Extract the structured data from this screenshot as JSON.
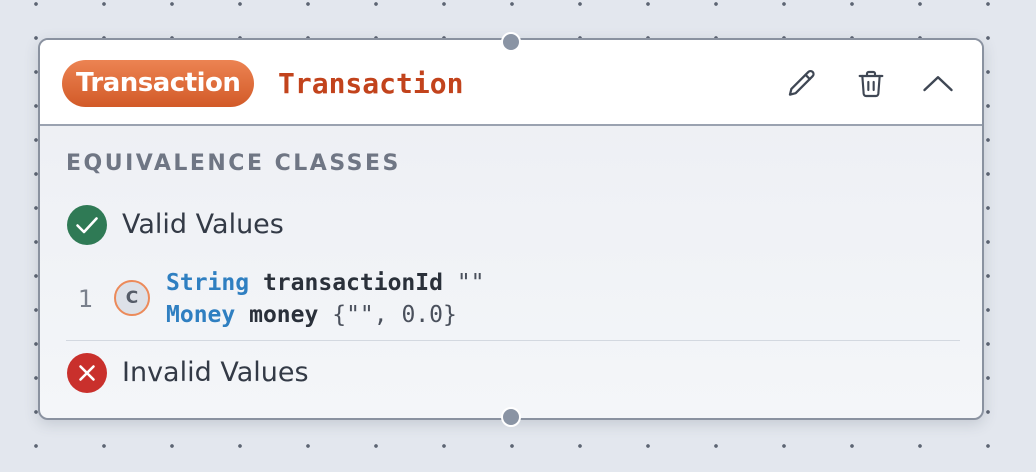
{
  "node": {
    "type_badge": "Transaction",
    "name": "Transaction",
    "actions": {
      "edit_icon": "pencil-icon",
      "delete_icon": "trash-icon",
      "collapse_icon": "chevron-up-icon"
    }
  },
  "section": {
    "title": "EQUIVALENCE CLASSES"
  },
  "groups": {
    "valid": {
      "label": "Valid Values",
      "icon": "check-circle-icon",
      "color": "#2f7a55"
    },
    "invalid": {
      "label": "Invalid Values",
      "icon": "x-circle-icon",
      "color": "#c9302c"
    }
  },
  "valid_values": [
    {
      "index": "1",
      "badge": "C",
      "fields": [
        {
          "type": "String",
          "name": "transactionId",
          "value": "\"\""
        },
        {
          "type": "Money",
          "name": "money",
          "value": "{\"\", 0.0}"
        }
      ]
    }
  ],
  "colors": {
    "badge_gradient_start": "#ec8352",
    "badge_gradient_end": "#d25a28",
    "node_name": "#c2431c",
    "type_keyword": "#2f7fc1"
  }
}
